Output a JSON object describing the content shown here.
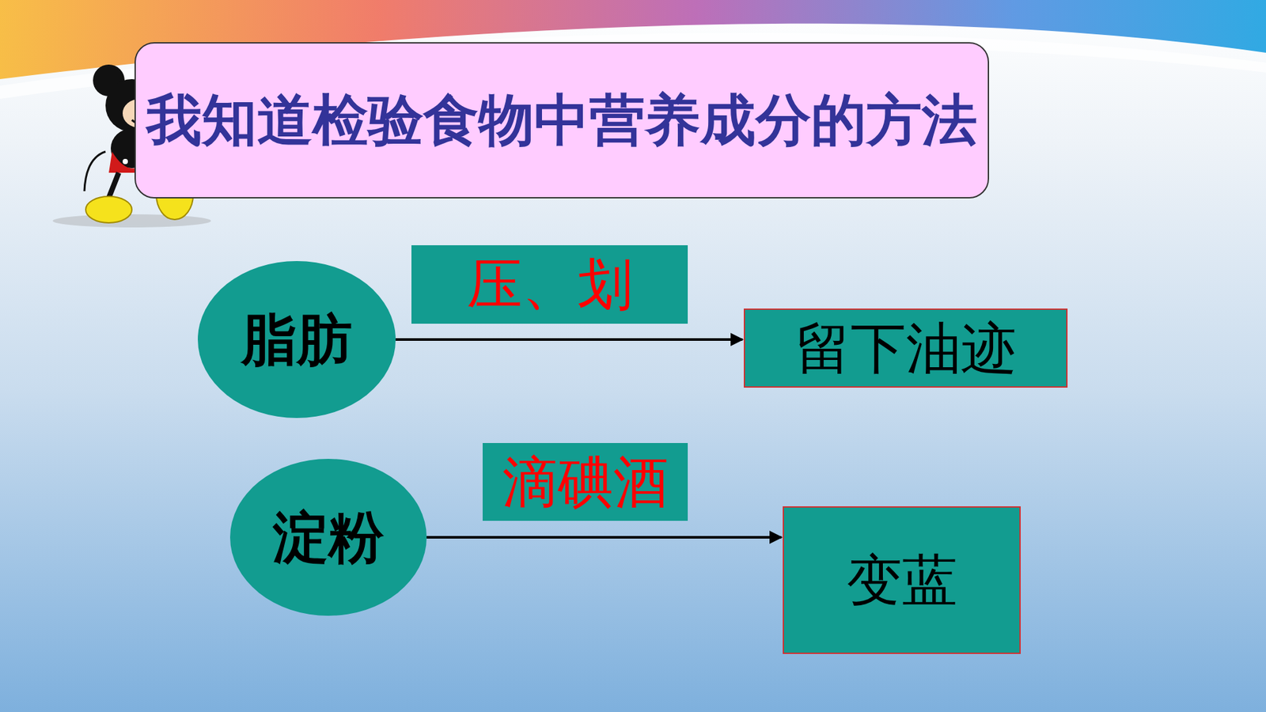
{
  "diagram": {
    "nodes": [
      {
        "text": [
          "我知道检验食物中营养成分的方法"
        ]
      },
      {
        "text": [
          "脂肪"
        ]
      },
      {
        "text": [
          "压、划"
        ]
      },
      {
        "text": [
          "留下油迹"
        ]
      },
      {
        "text": [
          "淀粉"
        ]
      },
      {
        "text": [
          "滴碘酒"
        ]
      },
      {
        "text": [
          "变蓝"
        ]
      }
    ],
    "edges": [
      {
        "from": 1,
        "to": 3,
        "arrow": "to"
      },
      {
        "from": 4,
        "to": 6,
        "arrow": "to"
      }
    ]
  }
}
